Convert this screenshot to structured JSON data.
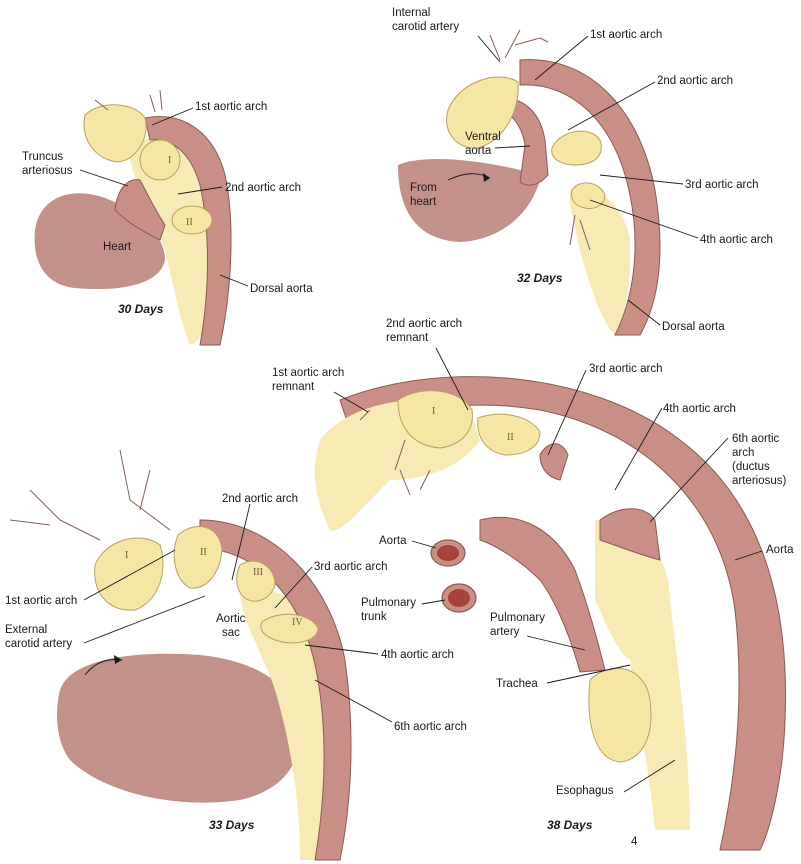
{
  "colors": {
    "vessel": "#c98f86",
    "vessel_stroke": "#8a5b55",
    "pharyngeal_pouch": "#f6e6a6",
    "gut": "#f7eab5",
    "lumen": "#a8433c"
  },
  "panel_30": {
    "title": "30 Days",
    "labels": {
      "arch1": "1st aortic arch",
      "arch2": "2nd aortic arch",
      "truncus_1": "Truncus",
      "truncus_2": "arteriosus",
      "heart": "Heart",
      "dorsal_aorta": "Dorsal aorta",
      "pouch_I": "I",
      "pouch_II": "II"
    }
  },
  "panel_32": {
    "title": "32 Days",
    "labels": {
      "internal_carotid_1": "Internal",
      "internal_carotid_2": "carotid artery",
      "arch1": "1st aortic arch",
      "arch2": "2nd aortic arch",
      "ventral_aorta_1": "Ventral",
      "ventral_aorta_2": "aorta",
      "from_heart_1": "From",
      "from_heart_2": "heart",
      "arch3": "3rd aortic arch",
      "arch4": "4th aortic arch",
      "dorsal_aorta": "Dorsal aorta"
    }
  },
  "panel_33": {
    "title": "33 Days",
    "labels": {
      "arch2": "2nd aortic arch",
      "arch3": "3rd aortic arch",
      "arch1": "1st aortic arch",
      "external_carotid_1": "External",
      "external_carotid_2": "carotid artery",
      "aortic_sac_1": "Aortic",
      "aortic_sac_2": "sac",
      "arch4": "4th aortic arch",
      "arch6": "6th aortic arch",
      "pouch_I": "I",
      "pouch_II": "II",
      "pouch_III": "III",
      "pouch_IV": "IV"
    }
  },
  "panel_38": {
    "title": "38 Days",
    "labels": {
      "arch2_remnant_1": "2nd aortic arch",
      "arch2_remnant_2": "remnant",
      "arch1_remnant_1": "1st aortic arch",
      "arch1_remnant_2": "remnant",
      "arch3": "3rd aortic arch",
      "arch4": "4th aortic arch",
      "arch6_1": "6th aortic",
      "arch6_2": "arch",
      "arch6_3": "(ductus",
      "arch6_4": "arteriosus)",
      "aorta_left": "Aorta",
      "aorta_right": "Aorta",
      "pulmonary_trunk_1": "Pulmonary",
      "pulmonary_trunk_2": "trunk",
      "pulmonary_artery_1": "Pulmonary",
      "pulmonary_artery_2": "artery",
      "trachea": "Trachea",
      "esophagus": "Esophagus",
      "pouch_I": "I",
      "pouch_II": "II",
      "corner_mark": "4"
    }
  }
}
